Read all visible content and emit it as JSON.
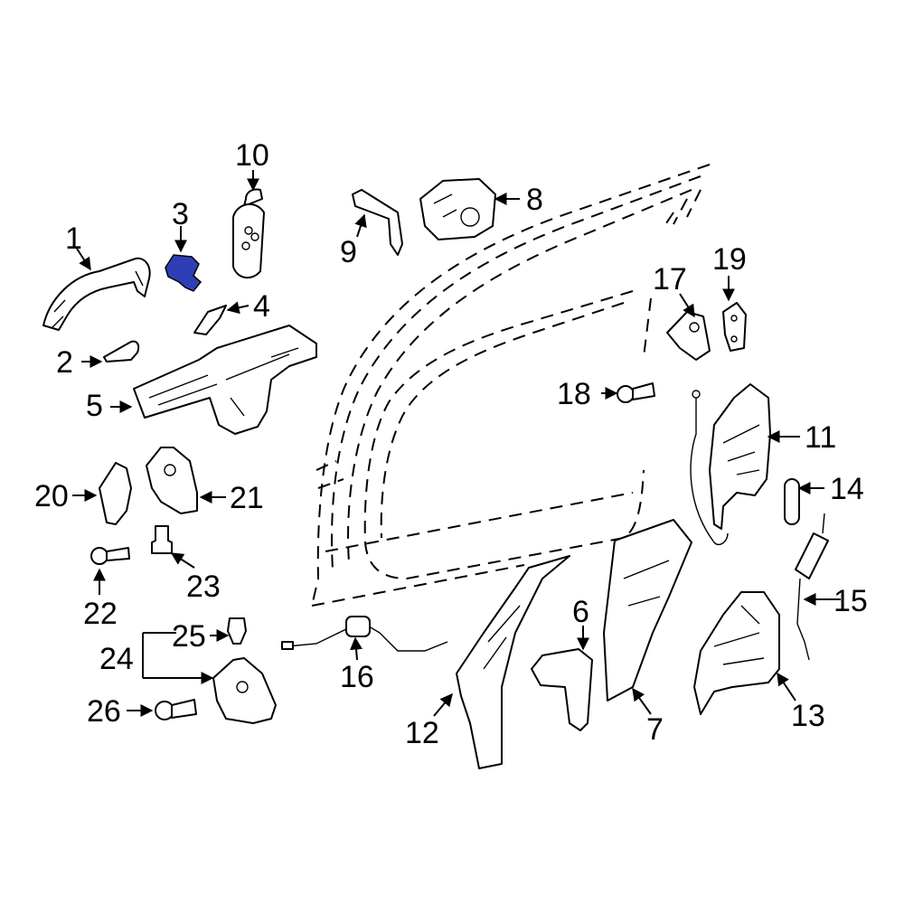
{
  "diagram": {
    "highlight_color": "#2e3fb5",
    "line_color": "#000000",
    "background": "#ffffff",
    "callouts": [
      "1",
      "2",
      "3",
      "4",
      "5",
      "6",
      "7",
      "8",
      "9",
      "10",
      "11",
      "12",
      "13",
      "14",
      "15",
      "16",
      "17",
      "18",
      "19",
      "20",
      "21",
      "22",
      "23",
      "24",
      "25",
      "26"
    ]
  }
}
